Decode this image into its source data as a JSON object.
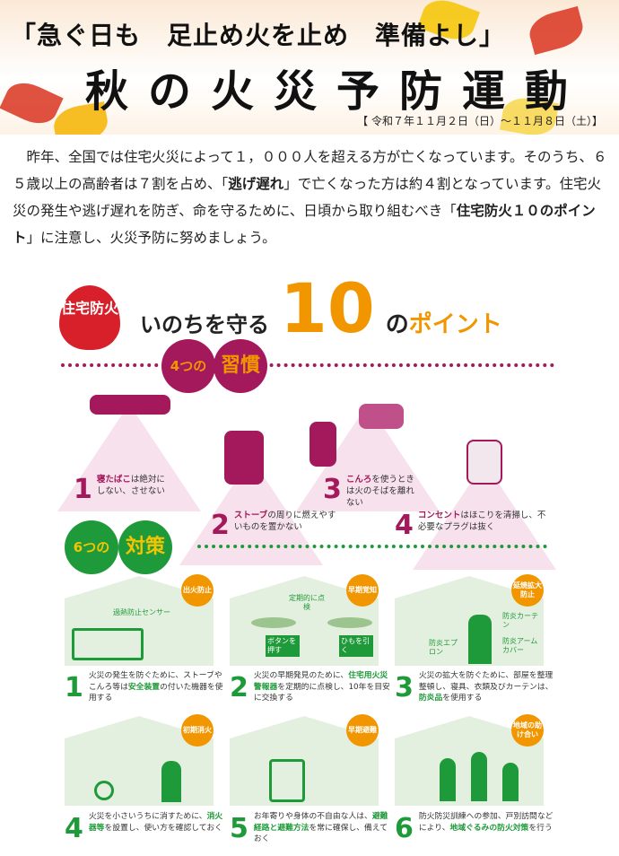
{
  "banner": {
    "slogan": "「急ぐ日も　足止め火を止め　準備よし」",
    "title": "秋の火災予防運動",
    "period": "【 令和７年１１月２日（日）～１１月８日（土）】"
  },
  "intro": {
    "s1": "昨年、全国では住宅火災によって１，０００人を超える方が亡くなっています。そのうち、６５歳以上の高齢者は７割を占め、「",
    "b1": "逃げ遅れ",
    "s2": "」で亡くなった方は約４割となっています。住宅火災の発生や逃げ遅れを防ぎ、命を守るために、日頃から取り組むべき「",
    "b2": "住宅防火１０のポイント",
    "s3": "」に注意し、火災予防に努めましょう。"
  },
  "info": {
    "badge": "住宅防火",
    "title_a": "いのちを守る",
    "title_num": "10",
    "title_no": "の",
    "title_b": "ポイント",
    "habits_num": "4つの",
    "habits_label": "習慣",
    "habits": [
      {
        "n": "1",
        "b": "寝たばこ",
        "t": "は絶対にしない、させない"
      },
      {
        "n": "2",
        "b": "ストーブ",
        "t": "の周りに燃えやすいものを置かない"
      },
      {
        "n": "3",
        "b": "こんろ",
        "t": "を使うときは火のそばを離れない"
      },
      {
        "n": "4",
        "b": "コンセント",
        "t": "はほこりを清掃し、不必要なプラグは抜く"
      }
    ],
    "measures_num": "6つの",
    "measures_label": "対策",
    "measures": [
      {
        "n": "1",
        "tag": "出火防止",
        "pre": "火災の発生を防ぐために、ストーブやこんろ等は",
        "b": "安全装置",
        "post": "の付いた機器を使用する"
      },
      {
        "n": "2",
        "tag": "早期覚知",
        "pre": "火災の早期発見のために、",
        "b": "住宅用火災警報器",
        "post": "を定期的に点検し、10年を目安に交換する"
      },
      {
        "n": "3",
        "tag": "延焼拡大防止",
        "pre": "火災の拡大を防ぐために、部屋を整理整頓し、寝具、衣類及びカーテンは、",
        "b": "防炎品",
        "post": "を使用する"
      },
      {
        "n": "4",
        "tag": "初期消火",
        "pre": "火災を小さいうちに消すために、",
        "b": "消火器等",
        "post": "を設置し、使い方を確認しておく"
      },
      {
        "n": "5",
        "tag": "早期避難",
        "pre": "お年寄りや身体の不自由な人は、",
        "b": "避難経路と避難方法",
        "post": "を常に確保し、備えておく"
      },
      {
        "n": "6",
        "tag": "地域の助け合い",
        "pre": "防火防災訓練への参加、戸別訪問などにより、",
        "b": "地域ぐるみの防火対策",
        "post": "を行う"
      }
    ],
    "labels": {
      "sensor": "過熱防止センサー",
      "inspect": "定期的に点検",
      "push": "ボタンを押す",
      "pull": "ひもを引く",
      "curtain": "防炎カーテン",
      "apron": "防炎エプロン",
      "arm": "防炎アームカバー"
    }
  }
}
